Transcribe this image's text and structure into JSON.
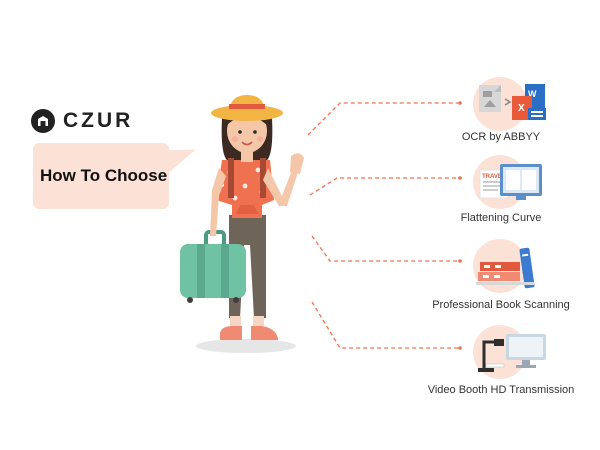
{
  "brand": {
    "name": "CZUR",
    "logo_icon": "czur-logo-icon"
  },
  "callout": {
    "text": "How To Choose"
  },
  "features": [
    {
      "label": "OCR by ABBYY",
      "icon": "ocr-icon"
    },
    {
      "label": "Flattening Curve",
      "icon": "flattening-curve-icon"
    },
    {
      "label": "Professional Book Scanning",
      "icon": "book-scanning-icon"
    },
    {
      "label": "Video Booth HD Transmission",
      "icon": "video-booth-icon"
    }
  ],
  "icon_texts": {
    "ocr_word": "W",
    "ocr_excel": "X",
    "travel": "TRAVEL"
  },
  "colors": {
    "accent": "#f0714f",
    "circle": "#fce1d7",
    "shirt": "#f0714f",
    "pants": "#6e6457",
    "suitcase": "#6fc2a4",
    "hat": "#f2b544"
  }
}
